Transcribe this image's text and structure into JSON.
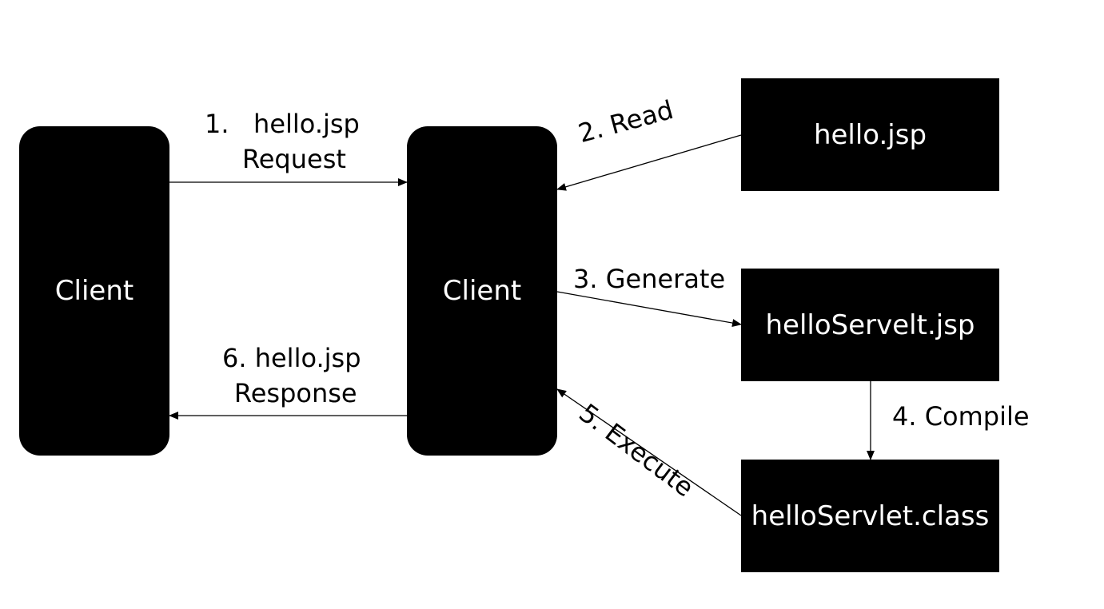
{
  "nodes": {
    "client_left": "Client",
    "client_mid": "Client",
    "hello_jsp": "hello.jsp",
    "hello_servelt_jsp": "helloServelt.jsp",
    "hello_servlet_class": "helloServlet.class"
  },
  "edges": {
    "request": {
      "line1": "1.   hello.jsp",
      "line2": "Request"
    },
    "read": "2. Read",
    "generate": "3. Generate",
    "compile": "4. Compile",
    "execute": "5. Execute",
    "response": {
      "line1": "6. hello.jsp",
      "line2": "Response"
    }
  },
  "colors": {
    "node_fill": "#000000",
    "node_text": "#ffffff",
    "edge": "#000000",
    "background": "#ffffff"
  }
}
